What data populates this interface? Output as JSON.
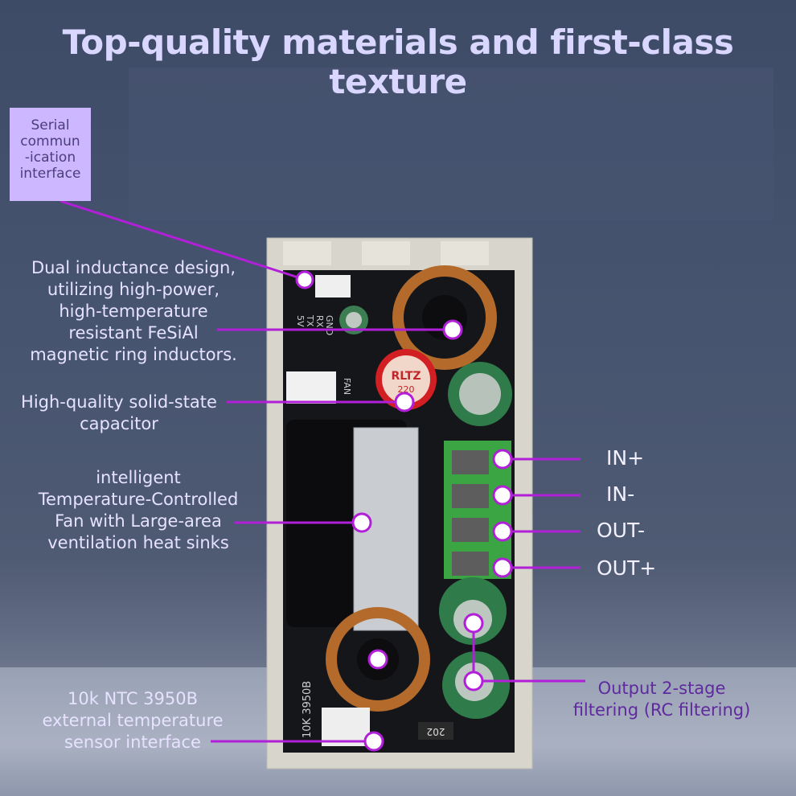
{
  "title": "Top-quality materials and first-class texture",
  "callouts": {
    "serial": [
      "Serial",
      "commun",
      "-ication",
      "interface"
    ],
    "inductor": [
      "Dual inductance design,",
      "utilizing high-power,",
      "high-temperature",
      "resistant FeSiAl",
      "magnetic ring inductors."
    ],
    "capacitor": [
      "High-quality solid-state",
      "capacitor"
    ],
    "fan": [
      "intelligent",
      "Temperature-Controlled",
      "Fan with Large-area",
      "ventilation heat sinks"
    ],
    "ntc": [
      "10k NTC 3950B",
      "external temperature",
      "sensor interface"
    ],
    "filter": [
      "Output 2-stage",
      "filtering (RC filtering)"
    ]
  },
  "terminals": [
    "IN+",
    "IN-",
    "OUT-",
    "OUT+"
  ],
  "board_text": {
    "header_pins": [
      "5V",
      "TX",
      "RX",
      "GND"
    ],
    "fan_label": "FAN",
    "capacitor_brand": "RLTZ",
    "capacitor_value": "220",
    "ntc_marking": "10K 3950B",
    "resistor_marking": "202"
  },
  "colors": {
    "accent": "#b21fd8",
    "title": "#d9d6ff",
    "label_box": "#cdb7ff"
  }
}
